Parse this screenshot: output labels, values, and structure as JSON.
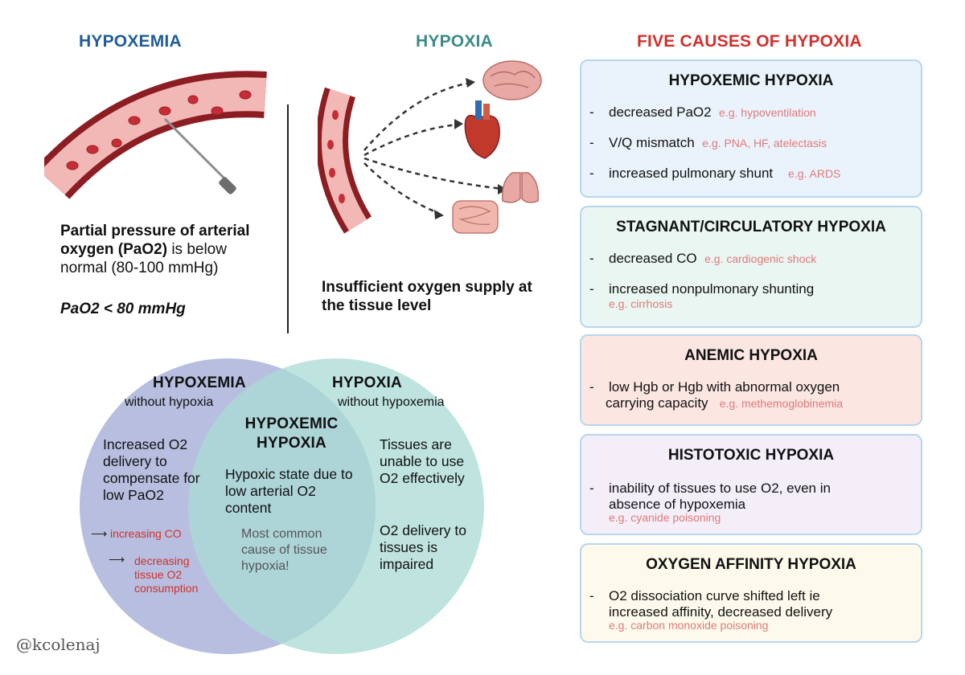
{
  "left_panel": {
    "title": "HYPOXEMIA",
    "definition_part1": "Partial pressure of arterial oxygen (PaO2)",
    "definition_part2": " is below normal (80-100 mmHg)",
    "threshold": "PaO2 < 80 mmHg"
  },
  "middle_panel": {
    "title": "HYPOXIA",
    "definition": "Insufficient oxygen supply at the tissue level"
  },
  "right_panel": {
    "title": "FIVE CAUSES OF HYPOXIA",
    "cards": [
      {
        "title": "HYPOXEMIC HYPOXIA",
        "items": [
          {
            "text": "decreased PaO2",
            "example": "e.g. hypoventilation"
          },
          {
            "text": "V/Q mismatch",
            "example": "e.g. PNA, HF, atelectasis"
          },
          {
            "text": "increased pulmonary shunt",
            "example": "e.g. ARDS"
          }
        ]
      },
      {
        "title": "STAGNANT/CIRCULATORY HYPOXIA",
        "items": [
          {
            "text": "decreased CO",
            "example": "e.g. cardiogenic shock"
          },
          {
            "text": "increased nonpulmonary shunting",
            "example": "e.g. cirrhosis"
          }
        ]
      },
      {
        "title": "ANEMIC HYPOXIA",
        "items": [
          {
            "text": "low Hgb or Hgb with abnormal oxygen",
            "text2": "carrying capacity",
            "example": "e.g. methemoglobinemia"
          }
        ]
      },
      {
        "title": "HISTOTOXIC HYPOXIA",
        "items": [
          {
            "text": "inability of tissues to use O2, even in",
            "text2": "absence of hypoxemia",
            "example": "e.g. cyanide poisoning"
          }
        ]
      },
      {
        "title": "OXYGEN AFFINITY HYPOXIA",
        "items": [
          {
            "text": "O2 dissociation curve shifted left ie",
            "text2": "increased affinity, decreased delivery",
            "example": "e.g. carbon monoxide poisoning"
          }
        ]
      }
    ]
  },
  "venn": {
    "left_title": "HYPOXEMIA",
    "left_subtitle": "without hypoxia",
    "left_body": "Increased O2 delivery to compensate for low PaO2",
    "left_bullet1": "increasing CO",
    "left_bullet2": "decreasing tissue O2 consumption",
    "right_title": "HYPOXIA",
    "right_subtitle": "without hypoxemia",
    "right_body1": "Tissues are unable to use O2 effectively",
    "right_body2": "O2 delivery to tissues is impaired",
    "center_title": "HYPOXEMIC HYPOXIA",
    "center_body": "Hypoxic state due to low arterial O2 content",
    "center_note": "Most common cause of tissue hypoxia!"
  },
  "watermark": "@kcolenaj",
  "colors": {
    "hypoxemia_title": "#1f5c99",
    "hypoxia_title": "#3b8a8a",
    "causes_title": "#d0312d",
    "example_text": "#e07a7a",
    "card_hypoxemic": "#eaf3fb",
    "card_stagnant": "#eaf6f2",
    "card_anemic": "#fbe6e2",
    "card_histotoxic": "#f3eef8",
    "card_affinity": "#fdfaec",
    "venn_left": "#aab3d9",
    "venn_right": "#a9dbd4",
    "bullet_red": "#d0312d"
  }
}
